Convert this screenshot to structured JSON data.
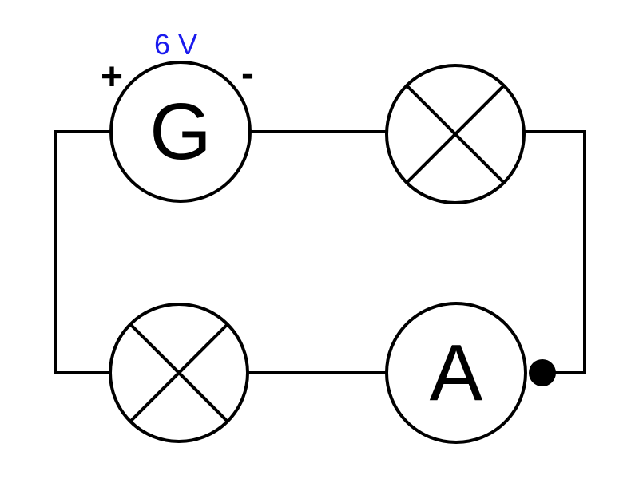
{
  "generator": {
    "letter": "G",
    "voltage": "6 V",
    "positive": "+",
    "negative": "-"
  },
  "ammeter": {
    "letter": "A"
  },
  "colors": {
    "stroke": "#000000",
    "voltage_label": "#1a1aee",
    "background": "#ffffff"
  }
}
